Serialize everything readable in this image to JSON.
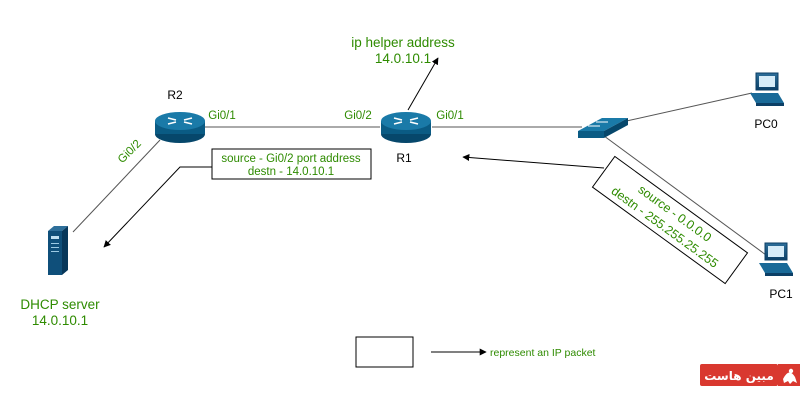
{
  "labels": {
    "helper_title": "ip helper address",
    "helper_ip": "14.0.10.1",
    "r2": "R2",
    "r1": "R1",
    "r2_gi01": "Gi0/1",
    "r1_gi02": "Gi0/2",
    "r1_gi01": "Gi0/1",
    "r2_gi02": "Gi0/2",
    "pc0": "PC0",
    "pc1": "PC1",
    "dhcp_name": "DHCP server",
    "dhcp_ip": "14.0.10.1"
  },
  "packet_r2": {
    "line1": "source - Gi0/2 port address",
    "line2": "destn - 14.0.10.1"
  },
  "packet_pc1": {
    "line1": "source - 0.0.0.0",
    "line2": "destn - 255.255.25.255"
  },
  "legend": {
    "text": "represent an IP packet"
  },
  "watermark": {
    "text": "مبین هاست"
  },
  "colors": {
    "green_text": "#2e8b00",
    "router": "#0a5b84",
    "switch": "#0a5b84",
    "watermark_bg": "#d9382f"
  }
}
